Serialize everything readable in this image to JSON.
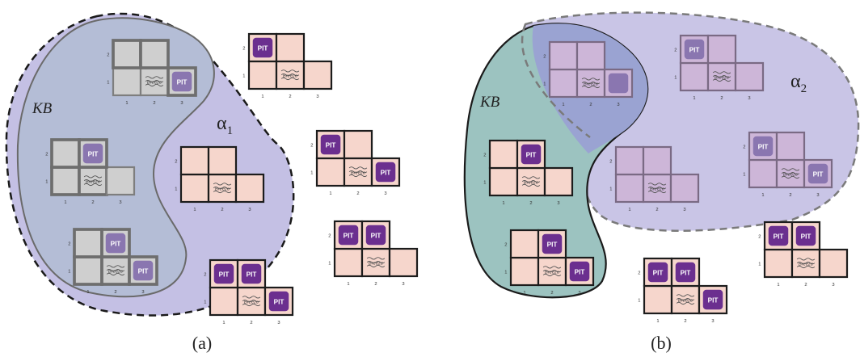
{
  "panels": [
    {
      "caption": "(a)",
      "kb_label": "KB",
      "alpha_symbol": "α",
      "alpha_index": "1",
      "grids": [
        {
          "dim": true,
          "pits": [],
          "breeze_cell": [
            2,
            1
          ],
          "faded_pit": [
            3,
            1
          ]
        },
        {
          "dim": true,
          "pits": [],
          "breeze_cell": [
            2,
            1
          ],
          "faded_pit": [
            2,
            2
          ]
        },
        {
          "dim": true,
          "pits": [],
          "breeze_cell": [
            2,
            1
          ],
          "faded_pit": [
            2,
            2
          ],
          "faded_pit2": [
            3,
            1
          ]
        },
        {
          "dim": false,
          "pits": [
            [
              1,
              2
            ]
          ],
          "breeze_cell": [
            2,
            1
          ]
        },
        {
          "dim": false,
          "pits": [],
          "breeze_cell": [
            2,
            1
          ]
        },
        {
          "dim": false,
          "pits": [
            [
              1,
              2
            ],
            [
              3,
              1
            ]
          ],
          "breeze_cell": [
            2,
            1
          ]
        },
        {
          "dim": false,
          "pits": [
            [
              1,
              2
            ],
            [
              2,
              2
            ]
          ],
          "breeze_cell": [
            2,
            1
          ]
        },
        {
          "dim": false,
          "pits": [
            [
              1,
              2
            ],
            [
              2,
              2
            ],
            [
              3,
              1
            ]
          ],
          "breeze_cell": [
            2,
            1
          ]
        }
      ]
    },
    {
      "caption": "(b)",
      "kb_label": "KB",
      "alpha_symbol": "α",
      "alpha_index": "2"
    }
  ],
  "grid_text": {
    "pit_label": "PIT",
    "breeze_label": "Breeze",
    "x_ticks": [
      "1",
      "2",
      "3"
    ],
    "y_ticks": [
      "1",
      "2"
    ]
  },
  "colors": {
    "alpha_region": "#c4c0e4",
    "kb_region_a": "#b4bdd6",
    "kb_region_b": "#9cc3c0",
    "overlap_region": "#9aa3d2",
    "cell_fill": "#f6d6cc",
    "cell_dim": "#cfcfcf",
    "cell_purple": "#cdb6d8",
    "pit_fill": "#6b2f8f",
    "pit_faded": "#8a76b0"
  }
}
